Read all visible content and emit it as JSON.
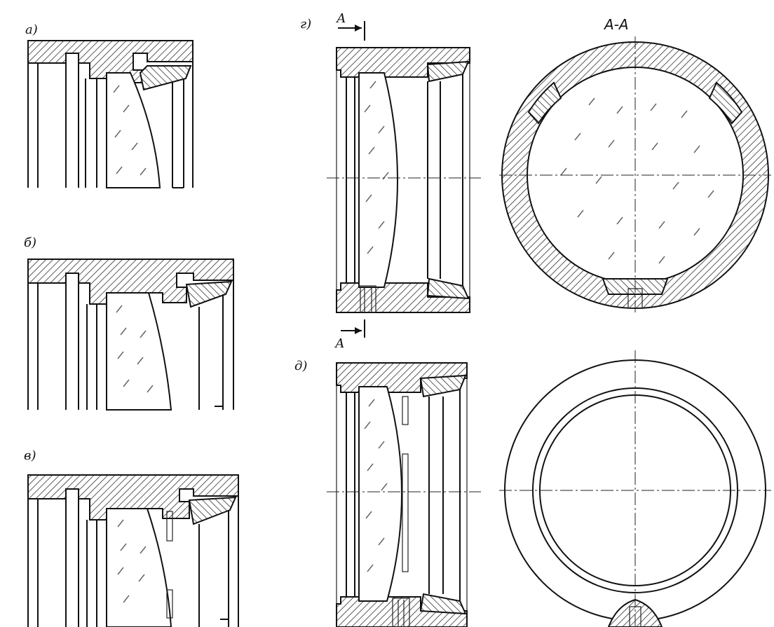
{
  "figure": {
    "labels": {
      "a": "а)",
      "b": "б)",
      "v_left": "в)",
      "v_right": "г)",
      "d": "д)"
    },
    "section": {
      "title": "А-А",
      "marker_top": "А",
      "marker_bottom": "А"
    }
  }
}
